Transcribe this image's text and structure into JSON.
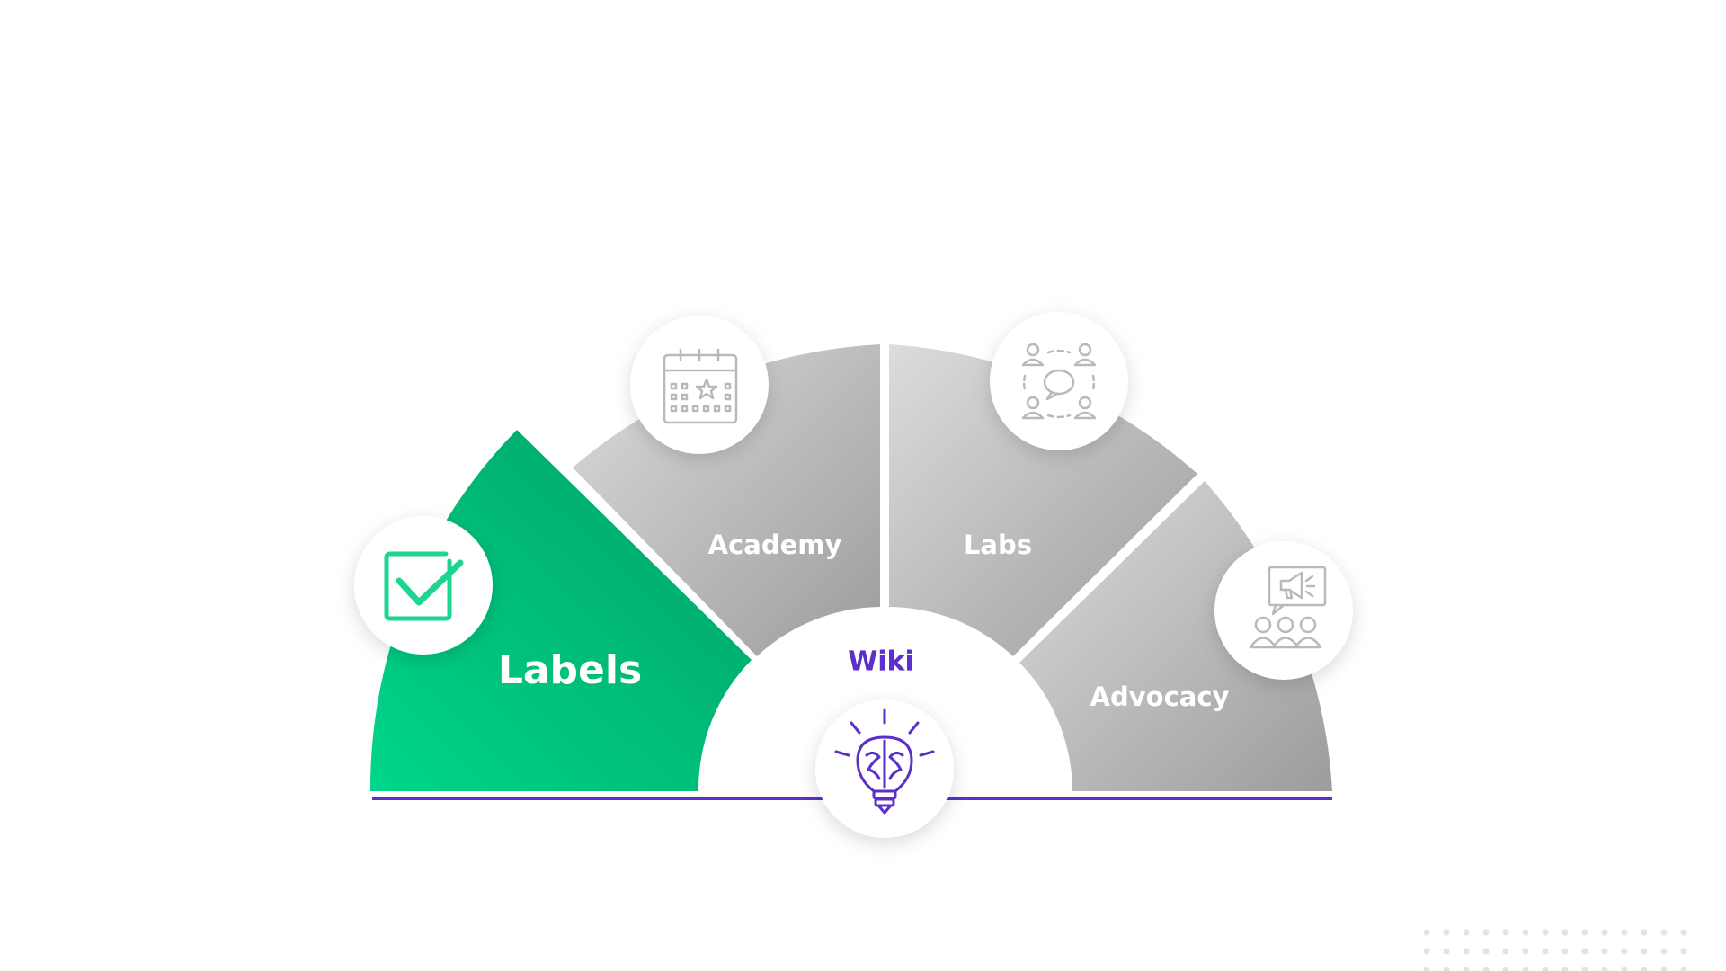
{
  "diagram": {
    "center_label": "Wiki",
    "center_icon": "lightbulb-brain-icon",
    "segments": [
      {
        "label": "Labels",
        "icon": "checkbox-check-icon",
        "active": true
      },
      {
        "label": "Academy",
        "icon": "calendar-star-icon",
        "active": false
      },
      {
        "label": "Labs",
        "icon": "community-chat-icon",
        "active": false
      },
      {
        "label": "Advocacy",
        "icon": "megaphone-audience-icon",
        "active": false
      }
    ]
  },
  "colors": {
    "active_fill_light": "#00d68a",
    "active_fill_dark": "#00a062",
    "inactive_fill_light": "#d9d9db",
    "inactive_fill_dark": "#9a9a9c",
    "accent": "#5b2fc9",
    "icon_gray": "#b9b9b9",
    "icon_green": "#1ed58f",
    "dots": "#e3e3e3"
  }
}
